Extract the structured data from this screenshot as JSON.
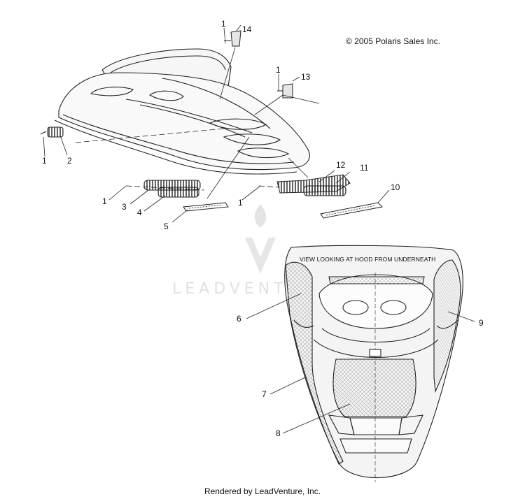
{
  "copyright": "© 2005 Polaris Sales Inc.",
  "footer": "Rendered by LeadVenture, Inc.",
  "view_note": "VIEW LOOKING AT HOOD FROM UNDERNEATH",
  "watermark": "LEADVENTURE",
  "callouts": {
    "c1a": "1",
    "c1b": "1",
    "c1c": "1",
    "c1d": "1",
    "c1e": "1",
    "c2": "2",
    "c3": "3",
    "c4": "4",
    "c5": "5",
    "c6": "6",
    "c7": "7",
    "c8": "8",
    "c9": "9",
    "c10": "10",
    "c11": "11",
    "c12": "12",
    "c13": "13",
    "c14": "14"
  }
}
